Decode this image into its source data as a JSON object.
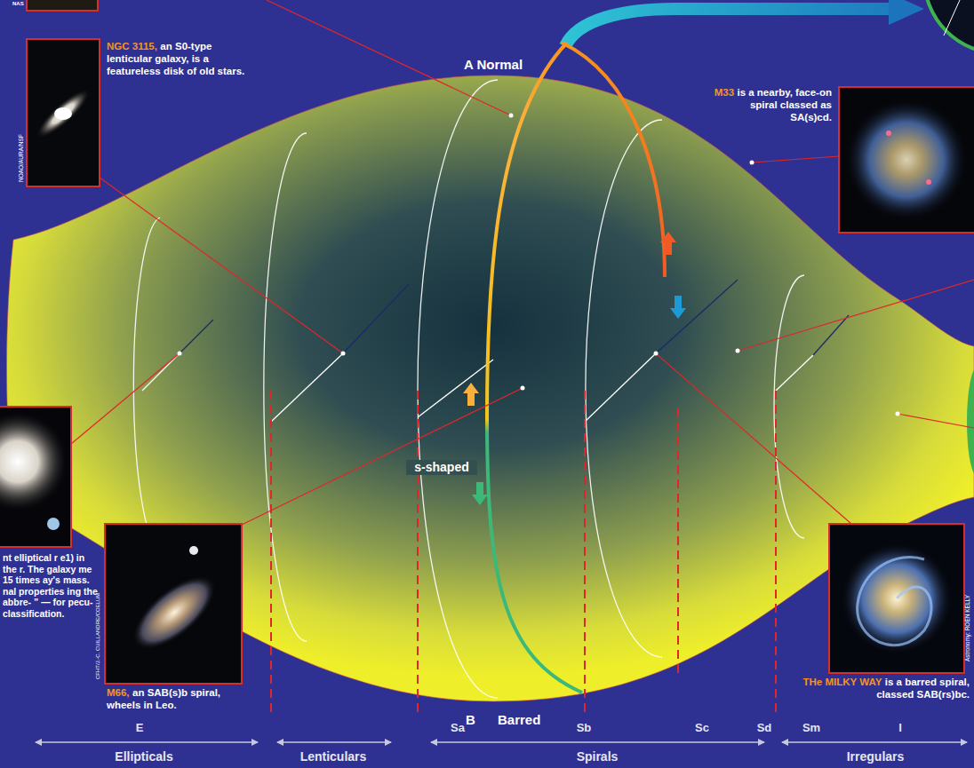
{
  "diagram": {
    "labels": [
      "NAS",
      "A Normal",
      "NGC 3115,",
      "an S0-type lenticular galaxy, is a featureless disk of old stars.",
      "NOAO/AURA/NSF",
      "M33",
      "is a nearby, face-on spiral classed as SA(s)cd.",
      "nt elliptical r e1) in the r. The galaxy me 15 times ay's mass. nal properties ing the abbre- ” — for pecu- classification.",
      "s-shaped",
      "CFHT/J.-C. CUILLANDRE/COELUM",
      "M66,",
      "an SAB(s)b spiral, wheels in Leo.",
      "Astronomy: ROEN KELLY",
      "THe MILKY WAY",
      "is a barred spiral, classed SAB(rs)bc.",
      "B",
      "Barred",
      "E",
      "Sa",
      "Sb",
      "Sc",
      "Sd",
      "Sm",
      "I",
      "Ellipticals",
      "Lenticulars",
      "Spirals",
      "Irregulars"
    ]
  }
}
